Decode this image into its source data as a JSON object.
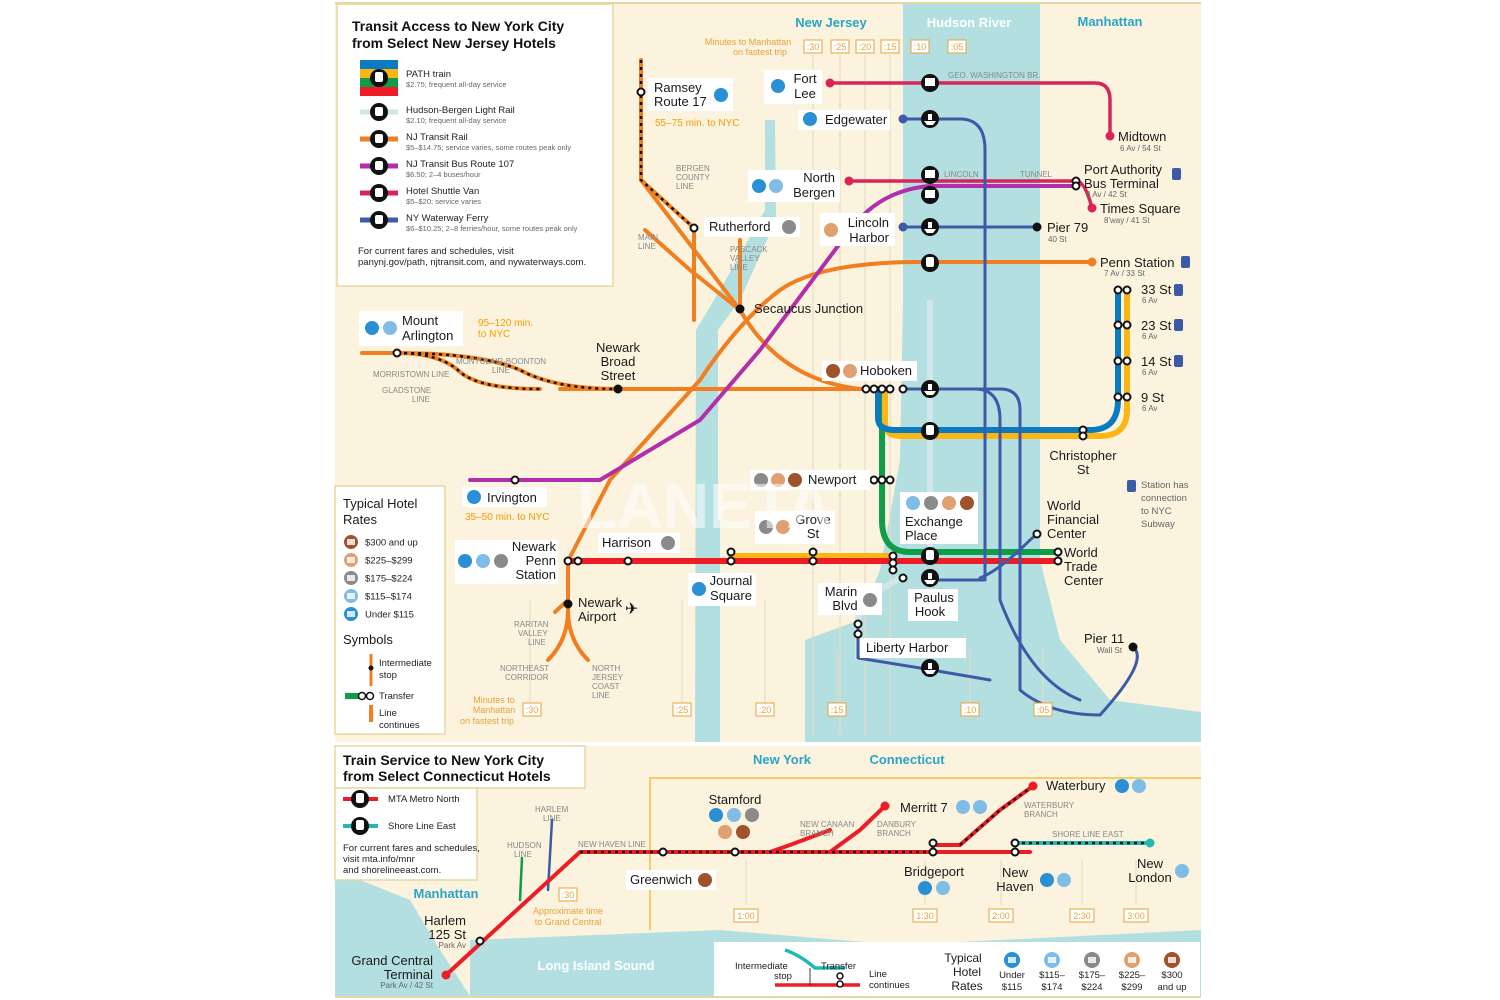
{
  "nj_title": "Transit Access to New York City from Select New Jersey Hotels",
  "nj_title_l1": "Transit Access to New York City",
  "nj_title_l2": "from Select New Jersey Hotels",
  "nj_legend": [
    {
      "name": "PATH train",
      "desc": "$2.75; frequent all-day service"
    },
    {
      "name": "Hudson-Bergen Light Rail",
      "desc": "$2.10; frequent all-day service"
    },
    {
      "name": "NJ Transit Rail",
      "desc": "$5–$14.75; service varies, some routes peak only"
    },
    {
      "name": "NJ Transit Bus Route 107",
      "desc": "$6.50; 2–4 buses/hour"
    },
    {
      "name": "Hotel Shuttle Van",
      "desc": "$5–$20; service varies"
    },
    {
      "name": "NY Waterway Ferry",
      "desc": "$6–$10.25; 2–8 ferries/hour, some routes peak only"
    }
  ],
  "nj_note_l1": "For current fares and schedules, visit",
  "nj_note_l2": "panynj.gov/path, njtransit.com, and nywaterways.com.",
  "regions": {
    "nj": "New Jersey",
    "hudson": "Hudson River",
    "manhattan": "Manhattan",
    "ny": "New York",
    "ct": "Connecticut",
    "manhattan2": "Manhattan",
    "lis": "Long Island Sound"
  },
  "nj_minutes_label_l1": "Minutes to Manhattan",
  "nj_minutes_label_l2": "on fastest trip",
  "minute_ticks_top": [
    ":30",
    ":25",
    ":20",
    ":15",
    ":10",
    ":05"
  ],
  "minute_ticks_bottom": [
    ":30",
    ":25",
    ":20",
    ":15",
    ":10",
    ":05"
  ],
  "bottom_min_l1": "Minutes to",
  "bottom_min_l2": "Manhattan",
  "bottom_min_l3": "on fastest trip",
  "stations": {
    "fort_lee_1": "Fort",
    "fort_lee_2": "Lee",
    "gw_bridge": "GEO. WASHINGTON BR.",
    "midtown": "Midtown",
    "midtown_sub": "6 Av / 54 St",
    "ramsey_1": "Ramsey",
    "ramsey_2": "Route 17",
    "ramsey_time": "55–75 min. to NYC",
    "edgewater": "Edgewater",
    "north_bergen_1": "North",
    "north_bergen_2": "Bergen",
    "lincoln_tunnel_1": "LINCOLN",
    "lincoln_tunnel_2": "TUNNEL",
    "pabt_1": "Port Authority",
    "pabt_2": "Bus Terminal",
    "pabt_sub": "8 Av / 42 St",
    "times_sq": "Times Square",
    "times_sq_sub": "8'way / 41 St",
    "rutherford": "Rutherford",
    "lincoln_harbor_1": "Lincoln",
    "lincoln_harbor_2": "Harbor",
    "pier79": "Pier 79",
    "pier79_sub": "40 St",
    "penn_station": "Penn Station",
    "penn_station_sub": "7 Av / 33 St",
    "st33": "33 St",
    "st23": "23 St",
    "st14": "14 St",
    "st9": "9 St",
    "av6": "6 Av",
    "secaucus": "Secaucus Junction",
    "mount_arlington_1": "Mount",
    "mount_arlington_2": "Arlington",
    "mount_arlington_time_1": "95–120 min.",
    "mount_arlington_time_2": "to NYC",
    "newark_broad_1": "Newark",
    "newark_broad_2": "Broad",
    "newark_broad_3": "Street",
    "hoboken": "Hoboken",
    "christopher_1": "Christopher",
    "christopher_2": "St",
    "irvington": "Irvington",
    "irvington_time": "35–50 min. to NYC",
    "newport": "Newport",
    "wfc_1": "World",
    "wfc_2": "Financial",
    "wfc_3": "Center",
    "grove_1": "Grove",
    "grove_2": "St",
    "exchange_1": "Exchange",
    "exchange_2": "Place",
    "harrison": "Harrison",
    "wtc_1": "World",
    "wtc_2": "Trade",
    "wtc_3": "Center",
    "newark_penn_1": "Newark",
    "newark_penn_2": "Penn",
    "newark_penn_3": "Station",
    "journal_1": "Journal",
    "journal_2": "Square",
    "newark_airport_1": "Newark",
    "newark_airport_2": "Airport",
    "marin_1": "Marin",
    "marin_2": "Blvd",
    "paulus_1": "Paulus",
    "paulus_2": "Hook",
    "liberty_harbor": "Liberty Harbor",
    "pier11": "Pier 11",
    "pier11_sub": "Wall St",
    "subway_note_1": "Station has",
    "subway_note_2": "connection",
    "subway_note_3": "to NYC",
    "subway_note_4": "Subway"
  },
  "nj_branches": {
    "bergen_1": "BERGEN",
    "bergen_2": "COUNTY",
    "bergen_3": "LINE",
    "main_1": "MAIN",
    "main_2": "LINE",
    "pascack_1": "PASCACK",
    "pascack_2": "VALLEY",
    "pascack_3": "LINE",
    "montclair_1": "MONTCLAIR-BOONTON",
    "montclair_2": "LINE",
    "morristown": "MORRISTOWN LINE",
    "gladstone_1": "GLADSTONE",
    "gladstone_2": "LINE",
    "raritan_1": "RARITAN",
    "raritan_2": "VALLEY",
    "raritan_3": "LINE",
    "northeast_1": "NORTHEAST",
    "northeast_2": "CORRIDOR",
    "njcoast_1": "NORTH",
    "njcoast_2": "JERSEY",
    "njcoast_3": "COAST",
    "njcoast_4": "LINE"
  },
  "rates_title_1": "Typical Hotel",
  "rates_title_2": "Rates",
  "rates": [
    {
      "label": "$300 and up",
      "color": "#a0522d"
    },
    {
      "label": "$225–$299",
      "color": "#e0a070"
    },
    {
      "label": "$175–$224",
      "color": "#8a8a8a"
    },
    {
      "label": "$115–$174",
      "color": "#7fbde6"
    },
    {
      "label": "Under $115",
      "color": "#2a8fd4"
    }
  ],
  "symbols_title": "Symbols",
  "symbols": {
    "intermediate_1": "Intermediate",
    "intermediate_2": "stop",
    "transfer": "Transfer",
    "continues_1": "Line",
    "continues_2": "continues"
  },
  "ct_title_l1": "Train Service to New York City",
  "ct_title_l2": "from Select Connecticut Hotels",
  "ct_legend": [
    {
      "name": "MTA Metro North"
    },
    {
      "name": "Shore Line East"
    }
  ],
  "ct_note_l1": "For current fares and schedules,",
  "ct_note_l2": "visit mta.info/mnr",
  "ct_note_l3": "and shorelineeast.com.",
  "ct_stations": {
    "waterbury": "Waterbury",
    "waterbury_br_1": "WATERBURY",
    "waterbury_br_2": "BRANCH",
    "stamford": "Stamford",
    "merritt7": "Merritt 7",
    "new_canaan_1": "NEW CANAAN",
    "new_canaan_2": "BRANCH",
    "danbury_1": "DANBURY",
    "danbury_2": "BRANCH",
    "shore_line_east": "SHORE LINE EAST",
    "harlem_line_1": "HARLEM",
    "harlem_line_2": "LINE",
    "hudson_line_1": "HUDSON",
    "hudson_line_2": "LINE",
    "new_haven_line": "NEW HAVEN LINE",
    "greenwich": "Greenwich",
    "bridgeport": "Bridgeport",
    "new_haven_1": "New",
    "new_haven_2": "Haven",
    "new_london_1": "New",
    "new_london_2": "London",
    "harlem125_1": "Harlem",
    "harlem125_2": "125 St",
    "harlem125_sub": "Park Av",
    "gct_1": "Grand Central",
    "gct_2": "Terminal",
    "gct_sub": "Park Av / 42 St",
    "approx_1": "Approximate time",
    "approx_2": "to Grand Central"
  },
  "ct_times": [
    "1:00",
    "1:30",
    "2:00",
    "2:30",
    "3:00"
  ],
  "ct_time_30": ":30",
  "ct_bottom_legend": {
    "intermediate_1": "Intermediate",
    "intermediate_2": "stop",
    "transfer": "Transfer",
    "continues_1": "Line",
    "continues_2": "continues",
    "rates_1": "Typical",
    "rates_2": "Hotel",
    "rates_3": "Rates",
    "tiers": [
      {
        "l1": "Under",
        "l2": "$115",
        "color": "#2a8fd4"
      },
      {
        "l1": "$115–",
        "l2": "$174",
        "color": "#7fbde6"
      },
      {
        "l1": "$175–",
        "l2": "$224",
        "color": "#8a8a8a"
      },
      {
        "l1": "$225–",
        "l2": "$299",
        "color": "#e0a070"
      },
      {
        "l1": "$300",
        "l2": "and up",
        "color": "#a0522d"
      }
    ]
  },
  "watermark": "LANETA",
  "colors": {
    "land": "#fbf3de",
    "water": "#b3dfe0",
    "path_blue": "#0b7bc1",
    "path_yellow": "#fbb614",
    "path_green": "#0f9d48",
    "path_red": "#ee1c24",
    "nj_transit": "#f07f21",
    "bus107": "#b22eaa",
    "shuttle": "#d9245a",
    "ferry": "#3d5aa8",
    "metro_north": "#ee1c24",
    "shore_line": "#22b8b4"
  }
}
